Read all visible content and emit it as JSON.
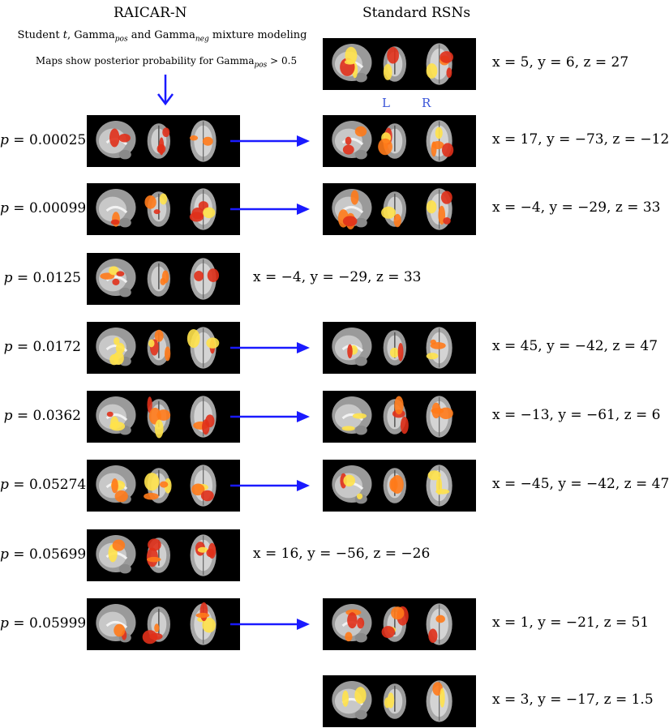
{
  "headers": {
    "left": "RAICAR-N",
    "right": "Standard RSNs"
  },
  "notes": {
    "line1_a": "Student ",
    "line1_t": "t",
    "line1_b": ", Gamma",
    "line1_pos": "pos",
    "line1_c": " and Gamma",
    "line1_neg": "neg",
    "line1_d": " mixture modeling",
    "line2_a": "Maps show posterior probability for Gamma",
    "line2_pos": "pos",
    "line2_b": " > 0.5"
  },
  "orientation": {
    "left": "L",
    "right": "R"
  },
  "rows": [
    {
      "p": "0.00025",
      "matched": true,
      "coord": "x = 17, y = −73, z = −12"
    },
    {
      "p": "0.00099",
      "matched": true,
      "coord": "x = −4, y = −29, z = 33"
    },
    {
      "p": "0.0125",
      "matched": false,
      "coord": "x = −4, y = −29, z = 33"
    },
    {
      "p": "0.0172",
      "matched": true,
      "coord": "x = 45, y = −42, z = 47"
    },
    {
      "p": "0.0362",
      "matched": true,
      "coord": "x = −13, y = −61, z = 6"
    },
    {
      "p": "0.05274",
      "matched": true,
      "coord": "x = −45, y = −42, z = 47"
    },
    {
      "p": "0.05699",
      "matched": false,
      "coord": "x = 16, y = −56, z = −26"
    },
    {
      "p": "0.05999",
      "matched": true,
      "coord": "x = 1, y = −21, z = 51"
    }
  ],
  "unmatched_rsns": [
    {
      "coord": "x = 5, y = 6, z = 27"
    },
    {
      "coord": "x = 3, y = −17, z = 1.5"
    }
  ],
  "colors": {
    "arrow": "#1a1aff",
    "panel_bg": "#000000",
    "activation_hot": "#ffe24a",
    "activation_mid": "#ff7a1a",
    "activation_low": "#e0301a",
    "label_blue": "#3a55d8"
  }
}
